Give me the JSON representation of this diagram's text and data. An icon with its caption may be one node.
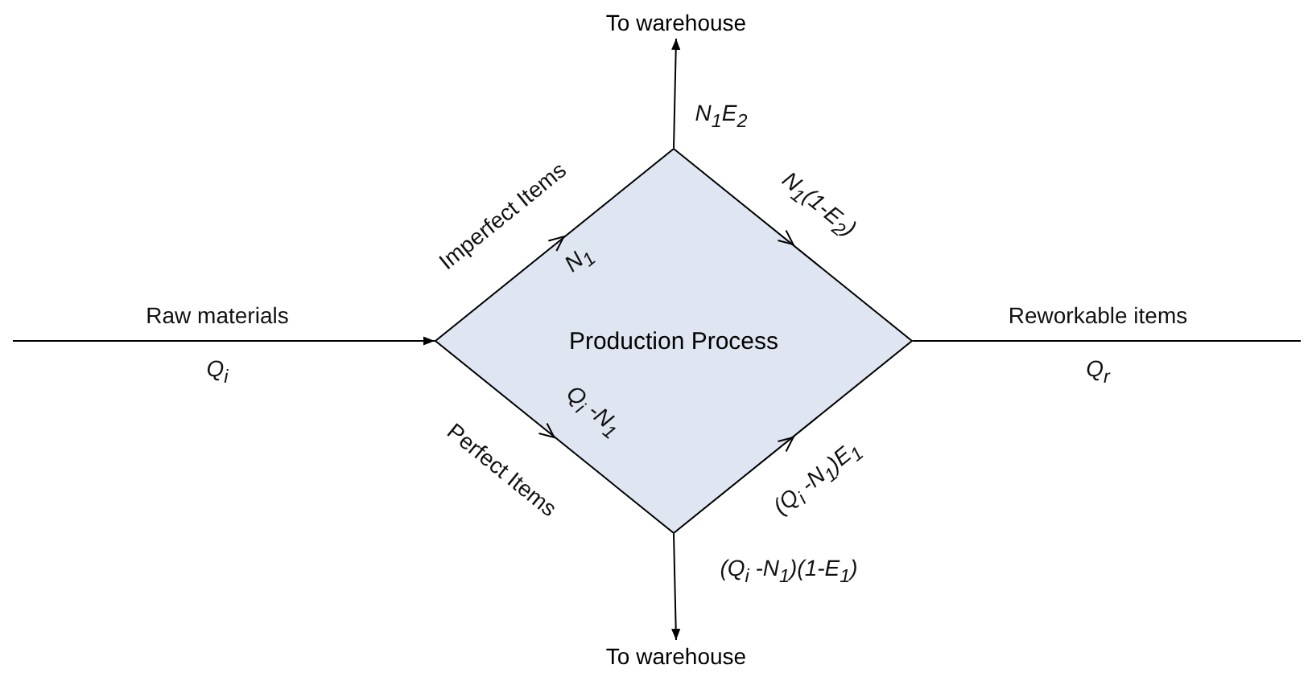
{
  "diagram": {
    "nodes": [
      {
        "text": [
          "Production Process"
        ]
      },
      {
        "text": [
          "To warehouse"
        ]
      },
      {
        "text": [
          "To warehouse"
        ]
      }
    ],
    "edges": [
      {
        "from": null,
        "to": 0,
        "arrow": "to",
        "label": "Raw materials"
      },
      {
        "from": 0,
        "to": 1,
        "arrow": "to",
        "label": "N$_{1}$E$_{2}$"
      },
      {
        "from": 0,
        "to": 2,
        "arrow": "to",
        "label": "(Q$_{i}$ -N$_{1}$)(1-E$_{1}$)"
      },
      {
        "from": 0,
        "to": null,
        "arrow": "none",
        "label": "Reworkable items"
      }
    ],
    "labels": [
      "Q$_{i}$",
      "Imperfect Items",
      "N$_{1}$",
      "N$_{1}$(1-E$_{2}$)",
      "Perfect Items",
      "Q$_{i}$ -N$_{1}$",
      "(Q$_{i}$ -N$_{1}$)E$_{1}$",
      "Q$_{r}$"
    ]
  }
}
